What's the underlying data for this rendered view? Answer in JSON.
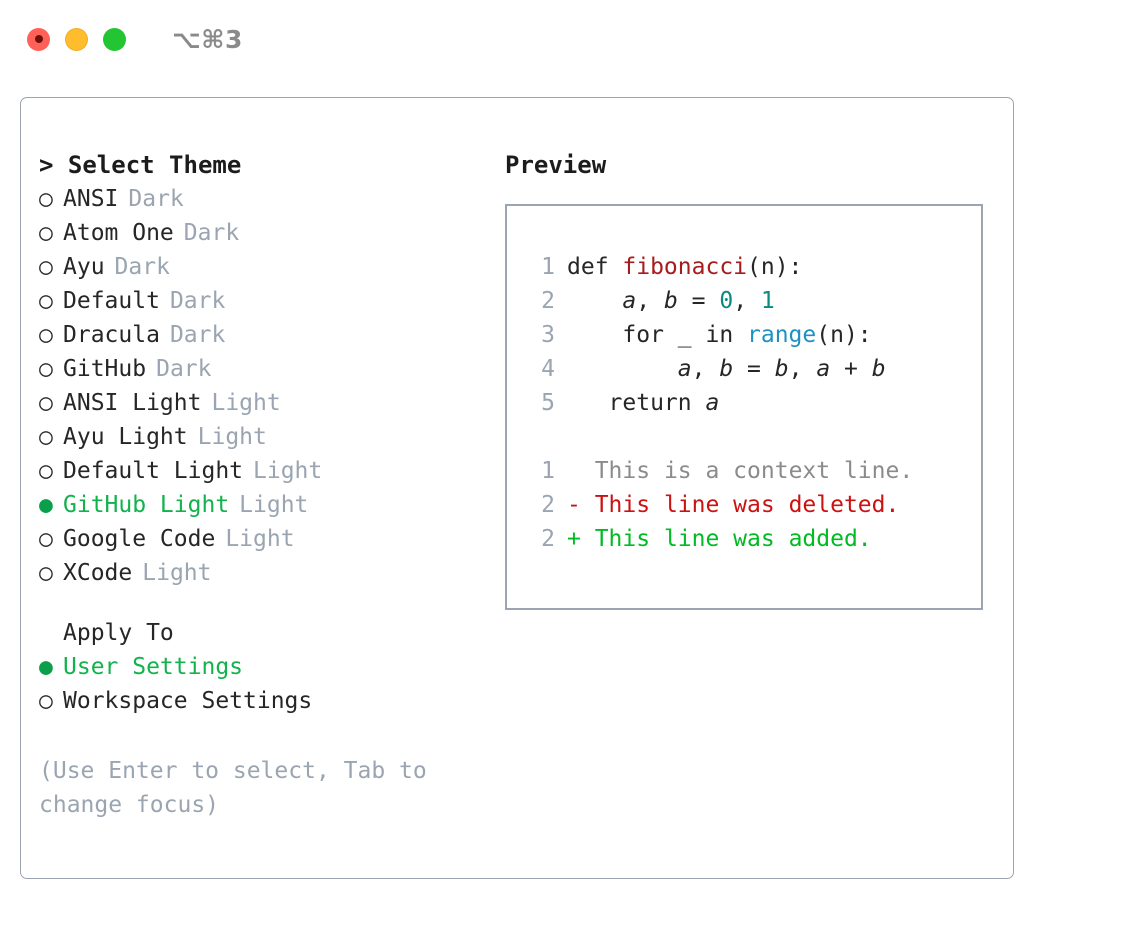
{
  "titlebar": {
    "shortcut": "⌥⌘3",
    "lights": [
      {
        "name": "close",
        "color": "#ff6159"
      },
      {
        "name": "minimize",
        "color": "#ffbd2e"
      },
      {
        "name": "maximize",
        "color": "#23c533"
      }
    ]
  },
  "theme_picker": {
    "header": "> Select Theme",
    "bullet_unselected": "○",
    "bullet_selected": "●",
    "options": [
      {
        "label": "ANSI",
        "tag": "Dark",
        "selected": false
      },
      {
        "label": "Atom One",
        "tag": "Dark",
        "selected": false
      },
      {
        "label": "Ayu",
        "tag": "Dark",
        "selected": false
      },
      {
        "label": "Default",
        "tag": "Dark",
        "selected": false
      },
      {
        "label": "Dracula",
        "tag": "Dark",
        "selected": false
      },
      {
        "label": "GitHub",
        "tag": "Dark",
        "selected": false
      },
      {
        "label": "ANSI Light",
        "tag": "Light",
        "selected": false
      },
      {
        "label": "Ayu Light",
        "tag": "Light",
        "selected": false
      },
      {
        "label": "Default Light",
        "tag": "Light",
        "selected": false
      },
      {
        "label": "GitHub Light",
        "tag": "Light",
        "selected": true
      },
      {
        "label": "Google Code",
        "tag": "Light",
        "selected": false
      },
      {
        "label": "XCode",
        "tag": "Light",
        "selected": false
      }
    ]
  },
  "apply_to": {
    "header": "Apply To",
    "options": [
      {
        "label": "User Settings",
        "selected": true
      },
      {
        "label": "Workspace Settings",
        "selected": false
      }
    ]
  },
  "hint": "(Use Enter to select, Tab to change focus)",
  "preview": {
    "title": "Preview",
    "code_lines": [
      {
        "num": "1",
        "segments": [
          {
            "text": "def ",
            "style": "plain"
          },
          {
            "text": "fibonacci",
            "style": "fn"
          },
          {
            "text": "(n):",
            "style": "plain"
          }
        ]
      },
      {
        "num": "2",
        "segments": [
          {
            "text": "    ",
            "style": "plain"
          },
          {
            "text": "a",
            "style": "var"
          },
          {
            "text": ", ",
            "style": "plain"
          },
          {
            "text": "b",
            "style": "var"
          },
          {
            "text": " = ",
            "style": "plain"
          },
          {
            "text": "0",
            "style": "num"
          },
          {
            "text": ", ",
            "style": "plain"
          },
          {
            "text": "1",
            "style": "num"
          }
        ]
      },
      {
        "num": "3",
        "segments": [
          {
            "text": "    for _ in ",
            "style": "plain"
          },
          {
            "text": "range",
            "style": "call"
          },
          {
            "text": "(n):",
            "style": "plain"
          }
        ]
      },
      {
        "num": "4",
        "segments": [
          {
            "text": "        ",
            "style": "plain"
          },
          {
            "text": "a",
            "style": "var"
          },
          {
            "text": ", ",
            "style": "plain"
          },
          {
            "text": "b",
            "style": "var"
          },
          {
            "text": " = ",
            "style": "plain"
          },
          {
            "text": "b",
            "style": "var"
          },
          {
            "text": ", ",
            "style": "plain"
          },
          {
            "text": "a",
            "style": "var"
          },
          {
            "text": " + ",
            "style": "plain"
          },
          {
            "text": "b",
            "style": "var"
          }
        ]
      },
      {
        "num": "5",
        "segments": [
          {
            "text": "   return ",
            "style": "plain"
          },
          {
            "text": "a",
            "style": "var"
          }
        ]
      }
    ],
    "diff_lines": [
      {
        "num": "1",
        "marker": "  ",
        "text": "This is a context line.",
        "kind": "ctx"
      },
      {
        "num": "2",
        "marker": "- ",
        "text": "This line was deleted.",
        "kind": "del"
      },
      {
        "num": "2",
        "marker": "+ ",
        "text": "This line was added.",
        "kind": "add"
      }
    ]
  },
  "colors": {
    "accent_green": "#12b24c",
    "muted": "#9aa5b1",
    "border": "#9aa5b1",
    "diff_add": "#00bb22",
    "diff_del": "#cc1111",
    "syntax_fn": "#a61b1b",
    "syntax_num": "#0a8a80",
    "syntax_call": "#1f90c4"
  }
}
